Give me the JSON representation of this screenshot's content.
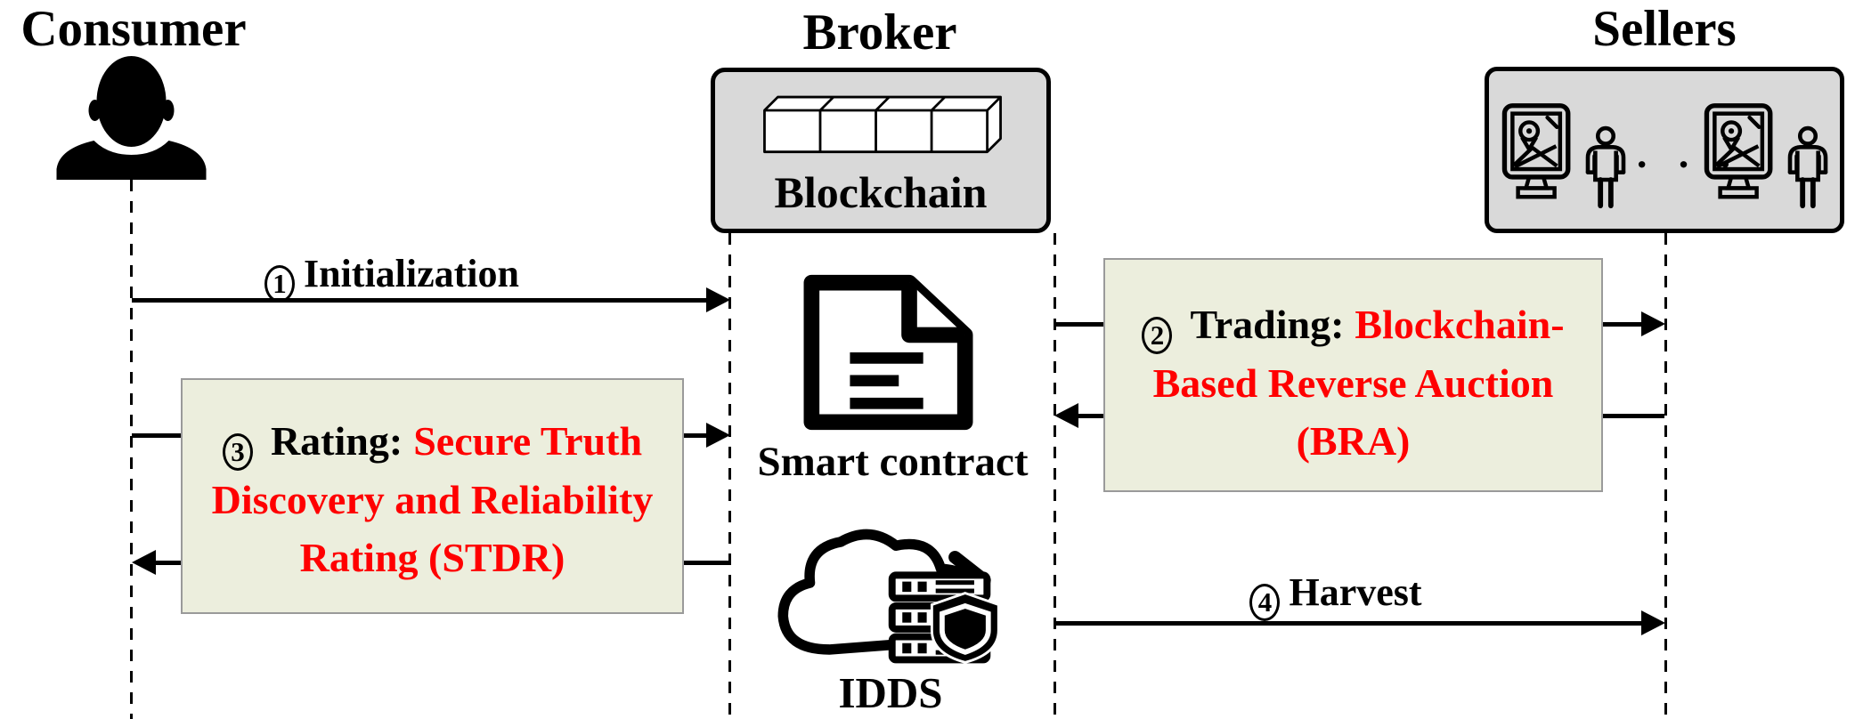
{
  "diagram": {
    "columns": {
      "consumer": {
        "title": "Consumer"
      },
      "broker": {
        "title": "Broker",
        "blockchain_label": "Blockchain",
        "smart_contract_label": "Smart contract",
        "idds_label": "IDDS"
      },
      "sellers": {
        "title": "Sellers",
        "ellipsis": "· · ·"
      }
    },
    "messages": [
      {
        "num": "1",
        "label": "Initialization",
        "from": "Consumer",
        "to": "Broker"
      },
      {
        "num": "2",
        "label_prefix": "Trading:",
        "highlight_lines": [
          "Blockchain-",
          "Based Reverse Auction",
          "(BRA)"
        ],
        "from": "Broker",
        "to": "Sellers",
        "bidirectional": true
      },
      {
        "num": "3",
        "label_prefix": "Rating:",
        "highlight_lines": [
          "Secure Truth",
          "Discovery and Reliability",
          "Rating (STDR)"
        ],
        "from": "Consumer",
        "to": "Broker",
        "bidirectional": true
      },
      {
        "num": "4",
        "label": "Harvest",
        "from": "Broker",
        "to": "Sellers"
      }
    ],
    "colors": {
      "highlight_red": "#ff0000",
      "entity_box_gray": "#d9d9d9",
      "label_box_green": "#eceedd"
    }
  }
}
